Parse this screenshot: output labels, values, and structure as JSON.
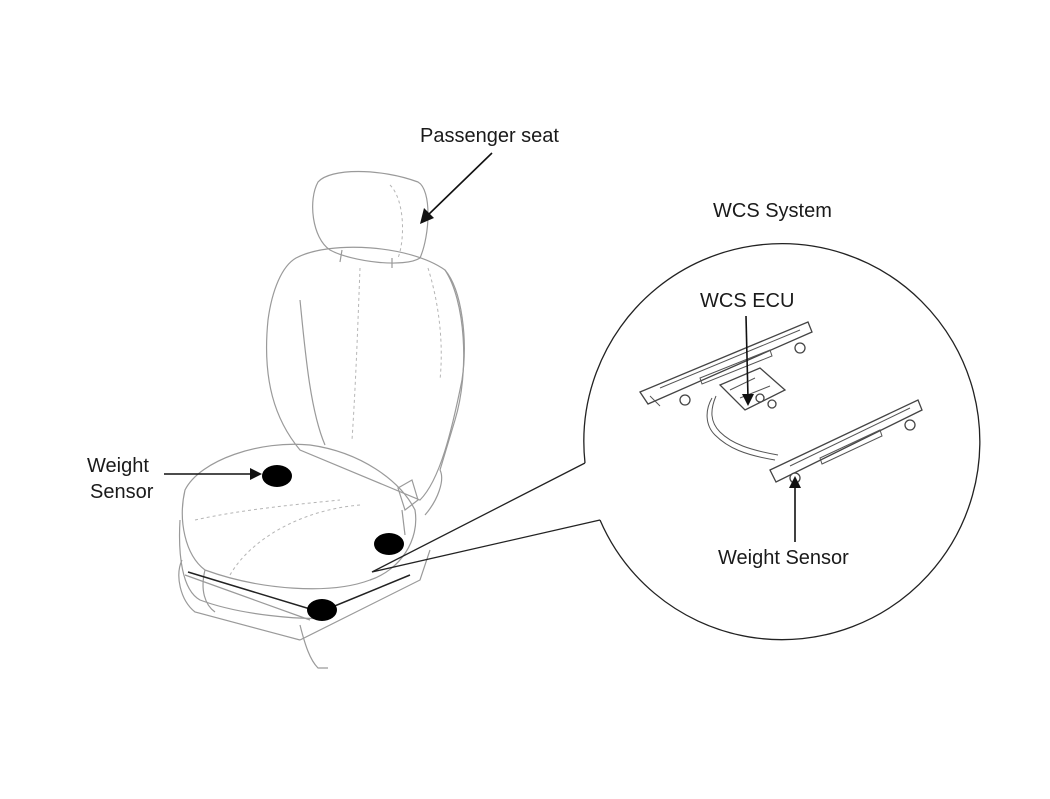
{
  "labels": {
    "passenger_seat": "Passenger seat",
    "wcs_system": "WCS System",
    "wcs_ecu": "WCS ECU",
    "weight_sensor_left_line1": "Weight",
    "weight_sensor_left_line2": "Sensor",
    "weight_sensor_right": "Weight Sensor"
  }
}
